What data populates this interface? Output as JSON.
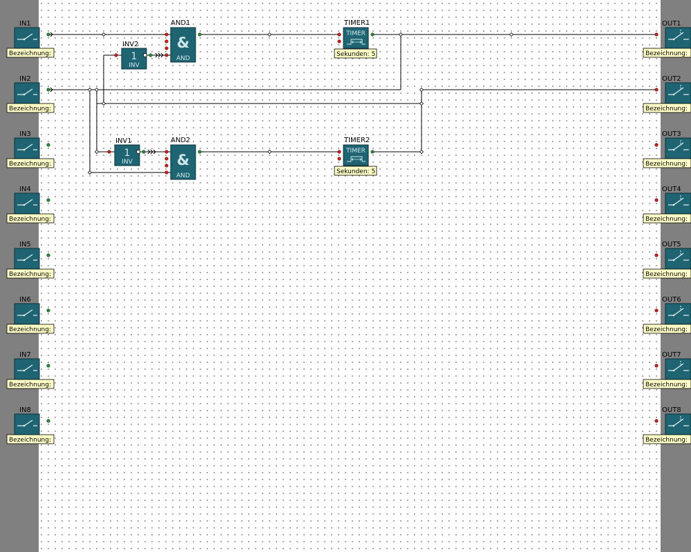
{
  "inputs": [
    "IN1",
    "IN2",
    "IN3",
    "IN4",
    "IN5",
    "IN6",
    "IN7",
    "IN8"
  ],
  "outputs": [
    "OUT1",
    "OUT2",
    "OUT3",
    "OUT4",
    "OUT5",
    "OUT6",
    "OUT7",
    "OUT8"
  ],
  "io_caption": "Bezeichnung:",
  "blocks": {
    "and1": {
      "name": "AND1",
      "symbol": "&",
      "type": "AND"
    },
    "and2": {
      "name": "AND2",
      "symbol": "&",
      "type": "AND"
    },
    "inv1": {
      "name": "INV1",
      "symbol": "1",
      "type": "INV"
    },
    "inv2": {
      "name": "INV2",
      "symbol": "1",
      "type": "INV"
    },
    "timer1": {
      "name": "TIMER1",
      "type": "TIMER",
      "param": "Sekunden: 5"
    },
    "timer2": {
      "name": "TIMER2",
      "type": "TIMER",
      "param": "Sekunden: 5"
    }
  },
  "colors": {
    "block_fill": "#1e6472",
    "block_border": "#0b2f36",
    "wire": "#000000",
    "pin_active": "#1f8a3a",
    "pin_input": "#c0201c",
    "caption_fill": "#ffffc8",
    "rail": "#808080"
  }
}
